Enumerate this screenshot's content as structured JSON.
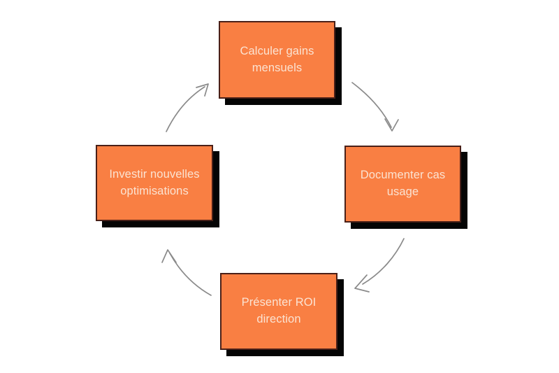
{
  "diagram": {
    "type": "cycle",
    "direction": "clockwise",
    "background_color": "#ffffff",
    "node_fill_color": "#f97f43",
    "node_border_color": "#4a2018",
    "node_shadow_color": "#050505",
    "node_text_color": "#fbe3d2",
    "arrow_color": "#8a8a8a",
    "nodes": [
      {
        "id": "top",
        "label": "Calculer gains\nmensuels",
        "position": "top"
      },
      {
        "id": "right",
        "label": "Documenter cas\nusage",
        "position": "right"
      },
      {
        "id": "bottom",
        "label": "Présenter ROI\ndirection",
        "position": "bottom"
      },
      {
        "id": "left",
        "label": "Investir nouvelles\noptimisations",
        "position": "left"
      }
    ],
    "arrows": [
      {
        "id": "top-to-right",
        "from": "top",
        "to": "right",
        "name": "arrow-top-to-right"
      },
      {
        "id": "right-to-bottom",
        "from": "right",
        "to": "bottom",
        "name": "arrow-right-to-bottom"
      },
      {
        "id": "bottom-to-left",
        "from": "bottom",
        "to": "left",
        "name": "arrow-bottom-to-left"
      },
      {
        "id": "left-to-top",
        "from": "left",
        "to": "top",
        "name": "arrow-left-to-top"
      }
    ]
  }
}
